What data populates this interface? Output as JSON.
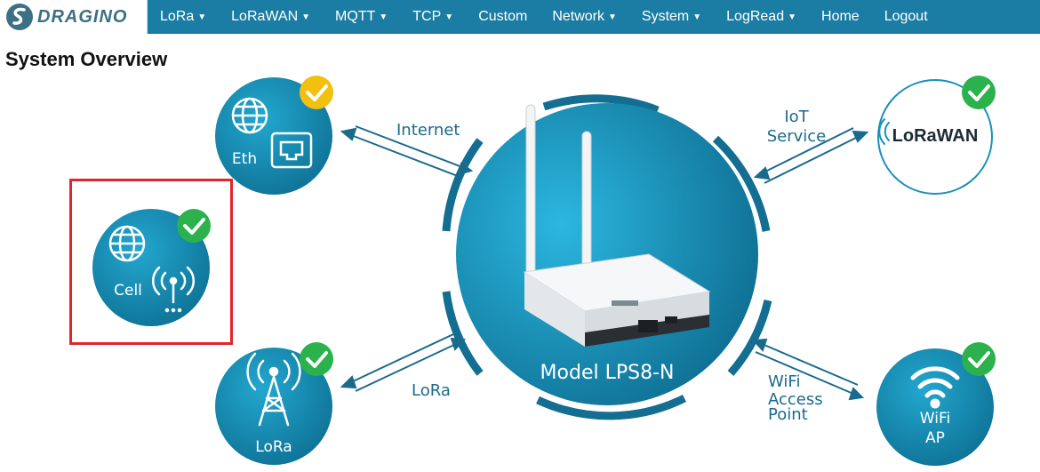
{
  "brand": {
    "name": "DRAGINO"
  },
  "nav": [
    {
      "label": "LoRa",
      "dropdown": true
    },
    {
      "label": "LoRaWAN",
      "dropdown": true
    },
    {
      "label": "MQTT",
      "dropdown": true
    },
    {
      "label": "TCP",
      "dropdown": true
    },
    {
      "label": "Custom",
      "dropdown": false
    },
    {
      "label": "Network",
      "dropdown": true
    },
    {
      "label": "System",
      "dropdown": true
    },
    {
      "label": "LogRead",
      "dropdown": true
    },
    {
      "label": "Home",
      "dropdown": false
    },
    {
      "label": "Logout",
      "dropdown": false
    }
  ],
  "page": {
    "title": "System Overview"
  },
  "diagram": {
    "device_label": "Model LPS8-N",
    "links": {
      "internet": "Internet",
      "iot_service_line1": "IoT",
      "iot_service_line2": "Service",
      "lora": "LoRa",
      "wifi_line1": "WiFi",
      "wifi_line2": "Access",
      "wifi_line3": "Point"
    },
    "nodes": {
      "eth": {
        "label": "Eth",
        "status": "warning"
      },
      "cell": {
        "label": "Cell",
        "status": "ok"
      },
      "lora": {
        "label": "LoRa",
        "status": "ok"
      },
      "lorawan": {
        "logo_text": "LoRaWAN",
        "status": "ok"
      },
      "wifi": {
        "label_line1": "WiFi",
        "label_line2": "AP",
        "status": "ok"
      }
    }
  },
  "colors": {
    "nav_bg": "#1b7da3",
    "node_blue": "#1a8fb8",
    "check_ok": "#2bb24c",
    "check_warn": "#f2c10f",
    "highlight": "#e0262b"
  }
}
